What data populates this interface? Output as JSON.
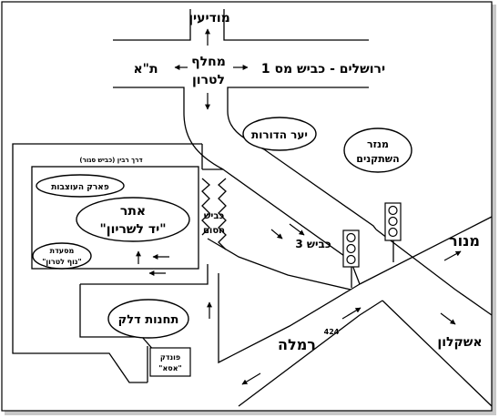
{
  "labels": {
    "modiin": "מודיעין",
    "latrun_interchange_line1": "מחלף",
    "latrun_interchange_line2": "לטרון",
    "tel_aviv": "ת\"א",
    "jerusalem_road1": "ירושלים - כביש מס 1",
    "rabin_road": "דרך רבין (כביש סגור)",
    "closed_road_line1": "כביש",
    "closed_road_line2": "חסום",
    "road3": "כביש 3",
    "manor_top": "מנור",
    "ashkelon": "אשקלון",
    "ramla": "רמלה",
    "road424": "424"
  },
  "places": {
    "forest": "יער הדורות",
    "monastery_line1": "מנזר",
    "monastery_line2": "השתקנים",
    "park": "פארק העוצבות",
    "site_line1": "אתר",
    "site_line2": "\"יד לשריון\"",
    "restaurant_line1": "מסעדת",
    "restaurant_line2": "\"נוף לטרון\"",
    "gas_station": "תחנות דלק",
    "inn_line1": "פונדק",
    "inn_line2": "\"אסא\""
  },
  "colors": {
    "ink": "#000000",
    "background": "#ffffff",
    "shadow": "#c8c8c8"
  },
  "icons": [
    "traffic-light-icon",
    "arrow-icon"
  ]
}
